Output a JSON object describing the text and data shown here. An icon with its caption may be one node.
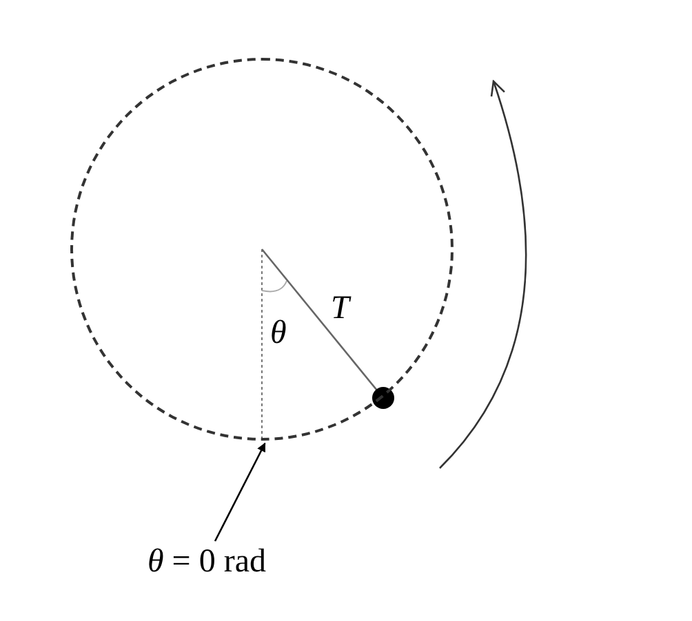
{
  "diagram": {
    "nodes": [
      {
        "text": [
          "*θ* = 0 rad"
        ]
      },
      {
        "text": [],
        "shape": "circle"
      }
    ],
    "edges": [
      {
        "from": 0,
        "to": 1,
        "arrow": "to"
      }
    ],
    "labels": [
      "θ",
      "T"
    ]
  }
}
